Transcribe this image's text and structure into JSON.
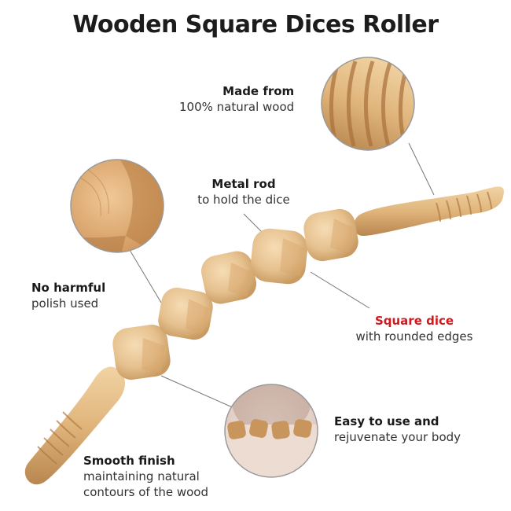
{
  "title": "Wooden Square Dices Roller",
  "callouts": {
    "made_from": {
      "heading": "Made from",
      "sub": "100% natural wood"
    },
    "metal_rod": {
      "heading": "Metal rod",
      "sub": "to hold the dice"
    },
    "no_harmful": {
      "heading": "No harmful",
      "sub": "polish used"
    },
    "square_dice": {
      "heading": "Square dice",
      "sub": "with rounded edges"
    },
    "easy_to_use": {
      "heading": "Easy to use and",
      "sub": "rejuvenate your body"
    },
    "smooth_finish": {
      "heading": "Smooth finish",
      "sub": "maintaining natural",
      "sub2": "contours of the wood"
    }
  },
  "colors": {
    "accent_red": "#d2191e",
    "wood_light": "#e8c79a",
    "wood_dark": "#c8955c"
  }
}
